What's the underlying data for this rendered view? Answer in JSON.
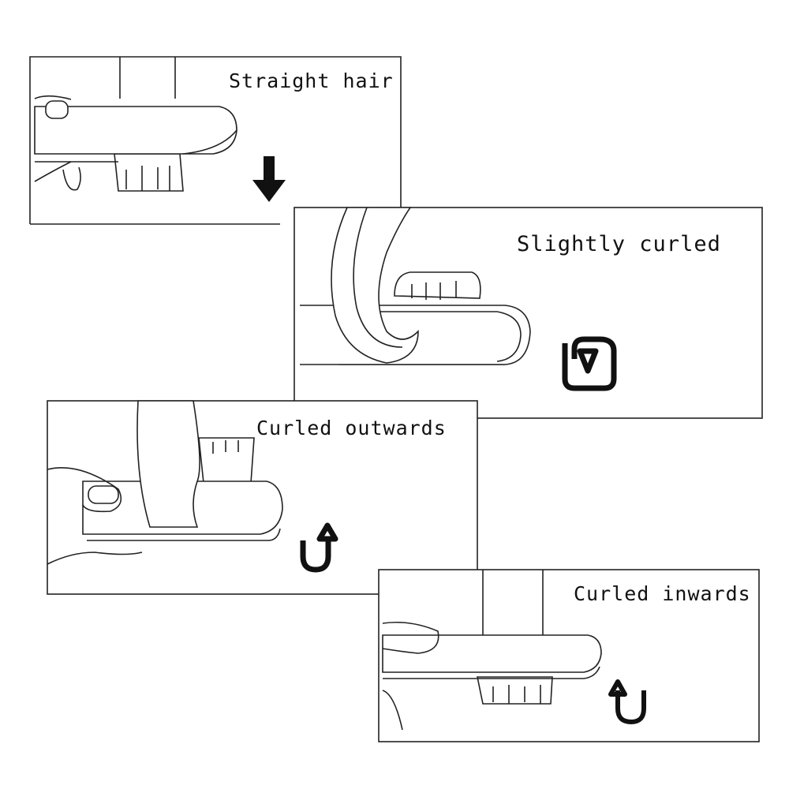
{
  "panels": [
    {
      "label": "Straight hair",
      "arrow": "down-arrow"
    },
    {
      "label": "Slightly curled",
      "arrow": "loop-arrow"
    },
    {
      "label": "Curled outwards",
      "arrow": "u-turn-up-arrow"
    },
    {
      "label": "Curled inwards",
      "arrow": "u-turn-up-arrow"
    }
  ],
  "colors": {
    "line": "#222222",
    "background": "#ffffff"
  }
}
